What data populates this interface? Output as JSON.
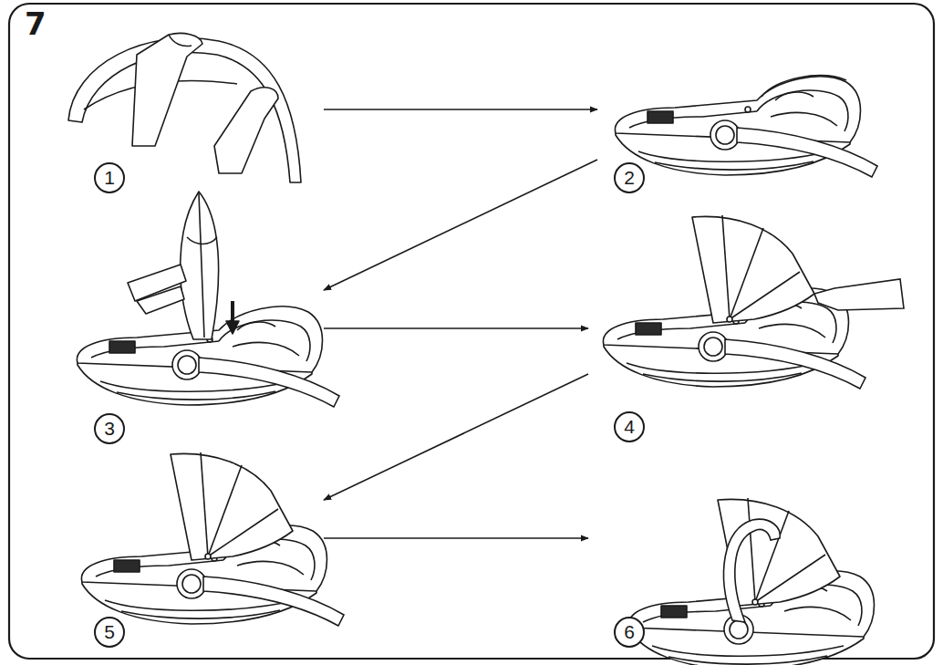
{
  "diagram": {
    "nodes": [
      {
        "text": [
          "1"
        ]
      },
      {
        "text": [
          "2"
        ]
      },
      {
        "text": [
          "3"
        ]
      },
      {
        "text": [
          "4"
        ]
      },
      {
        "text": [
          "5"
        ]
      },
      {
        "text": [
          "6"
        ]
      }
    ],
    "edges": [
      {
        "from": 0,
        "to": 1,
        "arrow": "to"
      },
      {
        "from": 1,
        "to": 2,
        "arrow": "to"
      },
      {
        "from": 2,
        "to": 3,
        "arrow": "to"
      },
      {
        "from": 3,
        "to": 4,
        "arrow": "to"
      },
      {
        "from": 4,
        "to": 5,
        "arrow": "to"
      }
    ],
    "labels": [
      "7"
    ]
  }
}
